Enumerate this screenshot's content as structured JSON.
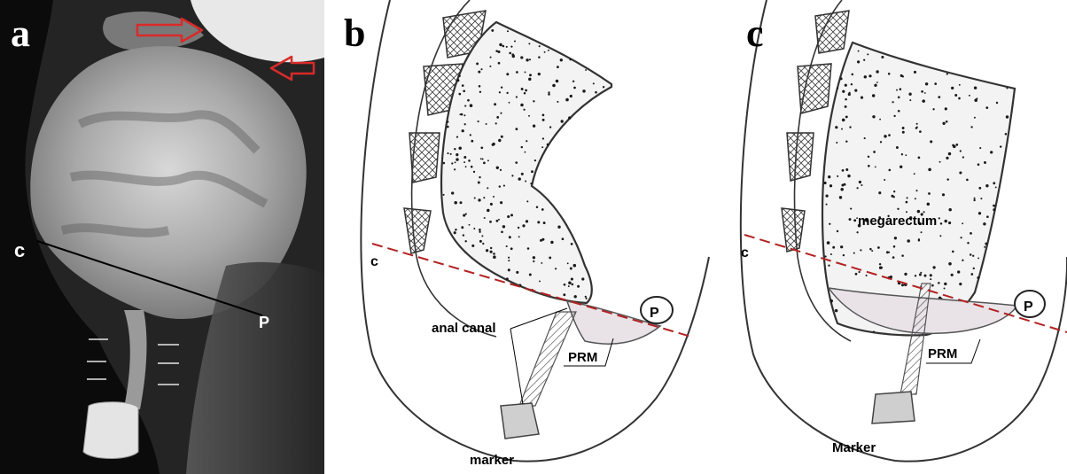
{
  "panels": [
    {
      "letter": "a",
      "point_c": "c",
      "point_p": "P"
    },
    {
      "letter": "b",
      "point_c": "c",
      "point_p": "P",
      "label_anal_canal": "anal canal",
      "label_prm": "PRM",
      "label_marker": "marker"
    },
    {
      "letter": "c",
      "point_c": "c",
      "point_p": "P",
      "label_megarectum": "megarectum",
      "label_prm": "PRM",
      "label_marker": "Marker"
    }
  ],
  "colors": {
    "arrow": "#d92a2a",
    "reference_line": "#b22222",
    "xray_background": "#0b0b0b",
    "stool_dots": "#1a1a1a"
  }
}
